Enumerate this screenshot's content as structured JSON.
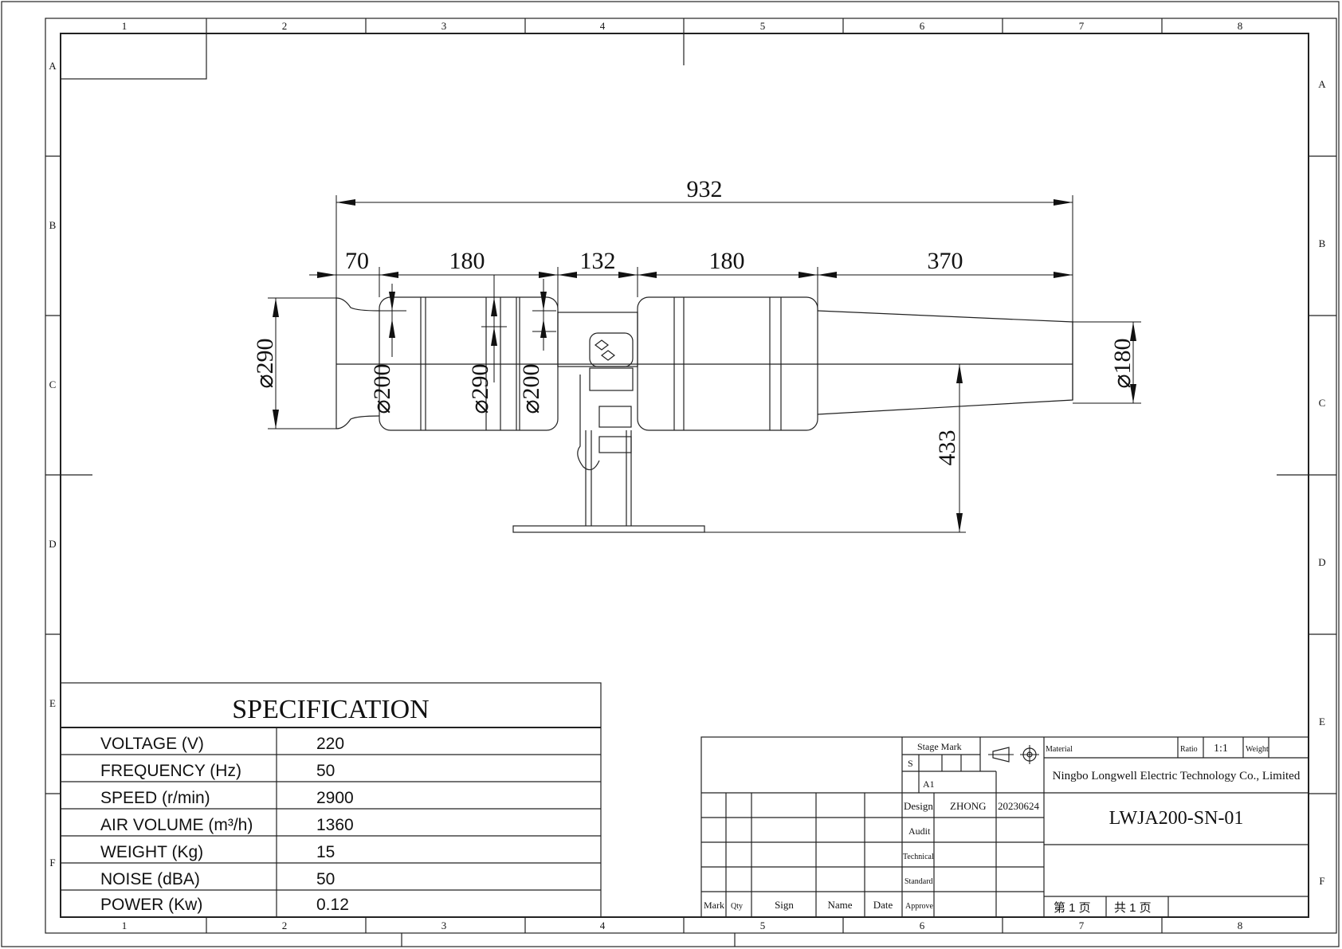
{
  "border": {
    "columns": [
      "1",
      "2",
      "3",
      "4",
      "5",
      "6",
      "7",
      "8"
    ],
    "rows": [
      "A",
      "B",
      "C",
      "D",
      "E",
      "F"
    ]
  },
  "drawing": {
    "dims": {
      "overall": "932",
      "seg1": "70",
      "seg2": "180",
      "seg3": "132",
      "seg4": "180",
      "seg5": "370",
      "dia_inlet": "⌀290",
      "dia_left_inner": "⌀200",
      "dia_left_motor": "⌀290",
      "dia_left_mid": "⌀200",
      "dia_outlet": "⌀180",
      "height": "433"
    }
  },
  "specification": {
    "title": "SPECIFICATION",
    "rows": [
      {
        "label": "VOLTAGE  (V)",
        "value": "220"
      },
      {
        "label": "FREQUENCY   (Hz)",
        "value": "50"
      },
      {
        "label": "SPEED    (r/min)",
        "value": "2900"
      },
      {
        "label": "AIR   VOLUME   (m³/h)",
        "value": "1360"
      },
      {
        "label": "WEIGHT (Kg)",
        "value": "15"
      },
      {
        "label": "NOISE (dBA)",
        "value": "50"
      },
      {
        "label": "POWER   (Kw)",
        "value": "0.12"
      }
    ]
  },
  "title_block": {
    "stage_mark": "Stage Mark",
    "s": "S",
    "a1": "A1",
    "material": "Material",
    "ratio": "Ratio",
    "ratio_value": "1:1",
    "weight": "Weight",
    "company": "Ningbo Longwell Electric Technology  Co., Limited",
    "drawing_no": "LWJA200-SN-01",
    "design": "Design",
    "designer": "ZHONG",
    "date_value": "20230624",
    "audit": "Audit",
    "technical": "Technical",
    "standard": "Standard",
    "approve": "Approve",
    "mark": "Mark",
    "qty": "Qty",
    "sign": "Sign",
    "name": "Name",
    "date": "Date",
    "sheet_no": "第 1 页",
    "sheet_total": "共 1 页"
  }
}
